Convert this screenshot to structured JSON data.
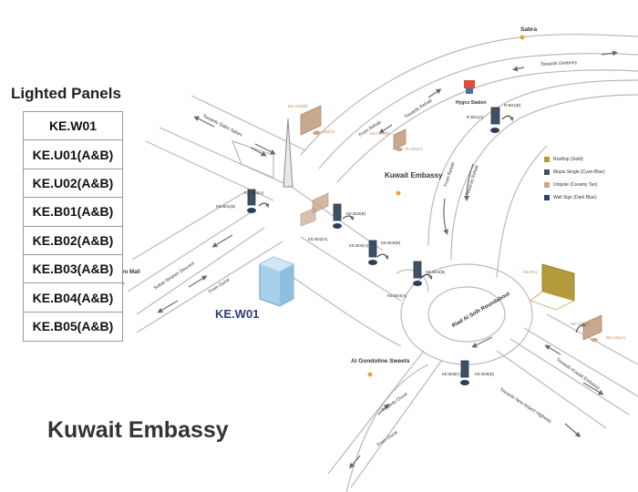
{
  "panels": {
    "title": "Lighted Panels",
    "items": [
      "KE.W01",
      "KE.U01(A&B)",
      "KE.U02(A&B)",
      "KE.B01(A&B)",
      "KE.B02(A&B)",
      "KE.B03(A&B)",
      "KE.B04(A&B)",
      "KE.B05(A&B)"
    ]
  },
  "map_title": "Kuwait Embassy",
  "landmarks": {
    "sabra": "Sabra",
    "hygco": "Hygco Station",
    "kuwait_embassy": "Kuwait Embassy",
    "centro_mall": "Centro Mall",
    "al_gondoline": "Al Gondoline Sweets",
    "roundabout": "Riad Al Solh Roundabout"
  },
  "roads": {
    "towards_ghobeiry": "Towards Ghobeiry",
    "towards_salim_salam": "Towards Salim Salam",
    "from_rehab_1": "From Rehab",
    "towards_rehab_1": "Towards Rehab",
    "from_rehab_2": "From Rehab",
    "towards_rehab_2": "Towards Rehab",
    "sultan_ibrahim": "Sultan Ibrahim Descent",
    "from_ouzai_1": "From Ouzai",
    "towards_ouzai": "Towards Ouzai",
    "from_ouzai_2": "From Ouzai",
    "towards_kuwait_embassy": "Towards Kuwait Embassy",
    "towards_airport": "Towards New Airport Highway"
  },
  "panel_labels": {
    "u02b": "KE.U02(B)",
    "u02a": "KE.U02(A)",
    "u01b": "KE.U01(B)",
    "u01a_top": "R.U01(A)",
    "b01b_right": "R.B01(B)",
    "b01a_right": "R.B01(A)",
    "b01a": "KE.B01(A)",
    "b01b": "KE.B01(B)",
    "b02b": "KE.B02(B)",
    "b02a": "KE.B02(A)",
    "b03b": "KE.B03(B)",
    "b03a": "KE.B03(A)",
    "b04b": "KE.B04(B)",
    "b04a": "KE.B04(A)",
    "b05a": "KE.B05(A)",
    "b05b": "KE.B05(B)",
    "r01": "KE.R01",
    "u01b_east": "KE.U01(B)",
    "u01a_east": "KE.U01(A)"
  },
  "building_label": "KE.W01",
  "legend": [
    {
      "label": "Rooftop (Gold)",
      "color": "#b39a3a"
    },
    {
      "label": "Mupis Single (Cyan-Blue)",
      "color": "#3d5064"
    },
    {
      "label": "Unipole (Creamy Tan)",
      "color": "#c9a88e"
    },
    {
      "label": "Wall Sign (Dark Blue)",
      "color": "#2b3e7a"
    }
  ]
}
